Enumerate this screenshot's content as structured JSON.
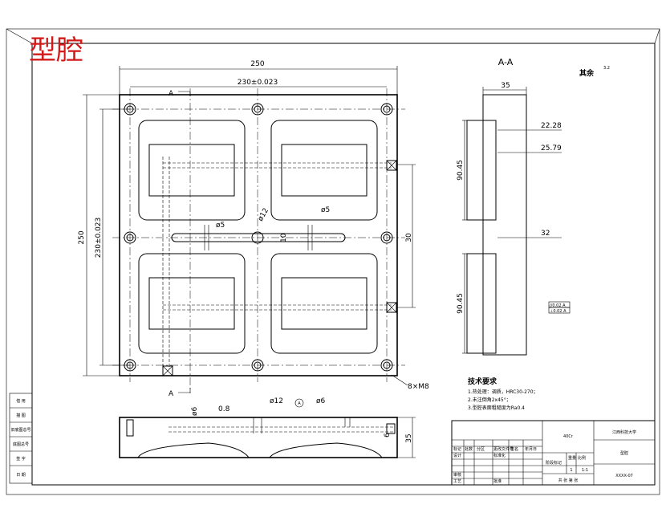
{
  "drawing_title": "型腔",
  "section_label": "A-A",
  "roughness_note": "其余",
  "roughness_value": "3.2",
  "roughness_value_2": "0.8",
  "cut_mark": "A",
  "datum_label": "A",
  "dimensions": {
    "overall_width": "250",
    "hole_spacing_x": "230±0.023",
    "overall_height": "250",
    "hole_spacing_y": "230±0.023",
    "thickness": "35",
    "dim_22_28": "22.28",
    "dim_25_79": "25.79",
    "dim_32": "32",
    "dim_90_45_top": "90.45",
    "dim_90_45_bottom": "90.45",
    "dia_5_left": "ø5",
    "dia_5_right": "ø5",
    "dia_12": "ø12",
    "dia_12_bottom": "ø12",
    "dia_6_left": "ø6",
    "dia_6_right": "ø6",
    "dim_6_small": "6",
    "dim_10": "10",
    "dim_30": "30",
    "dim_35_side": "35",
    "thread": "8×M8"
  },
  "tech_requirements": {
    "heading": "技术要求",
    "items": [
      "1.热处理：调质，HRC30-270；",
      "2.未注倒角2x45°；",
      "3.型腔表面粗糙度为Ra0.4"
    ]
  },
  "tolerance_frame": [
    "//0.02 A",
    "⊥0.02 A"
  ],
  "title_block": {
    "part_name": "型腔",
    "company": "江西科技大学",
    "material": "40Cr",
    "drawing_no": "XXXX-07",
    "scale": "1:1",
    "quantity": "1",
    "sheet": "共 张 第 张",
    "rows": [
      "标记",
      "处数",
      "分区",
      "更改文件号",
      "签名",
      "年月日",
      "设计",
      "标准化",
      "审核",
      "工艺",
      "批准",
      "阶段标记",
      "重量",
      "比例"
    ]
  },
  "side_table": [
    "借 用",
    "描 图",
    "旧底图总号",
    "底图总号",
    "签 字",
    "日 期"
  ]
}
